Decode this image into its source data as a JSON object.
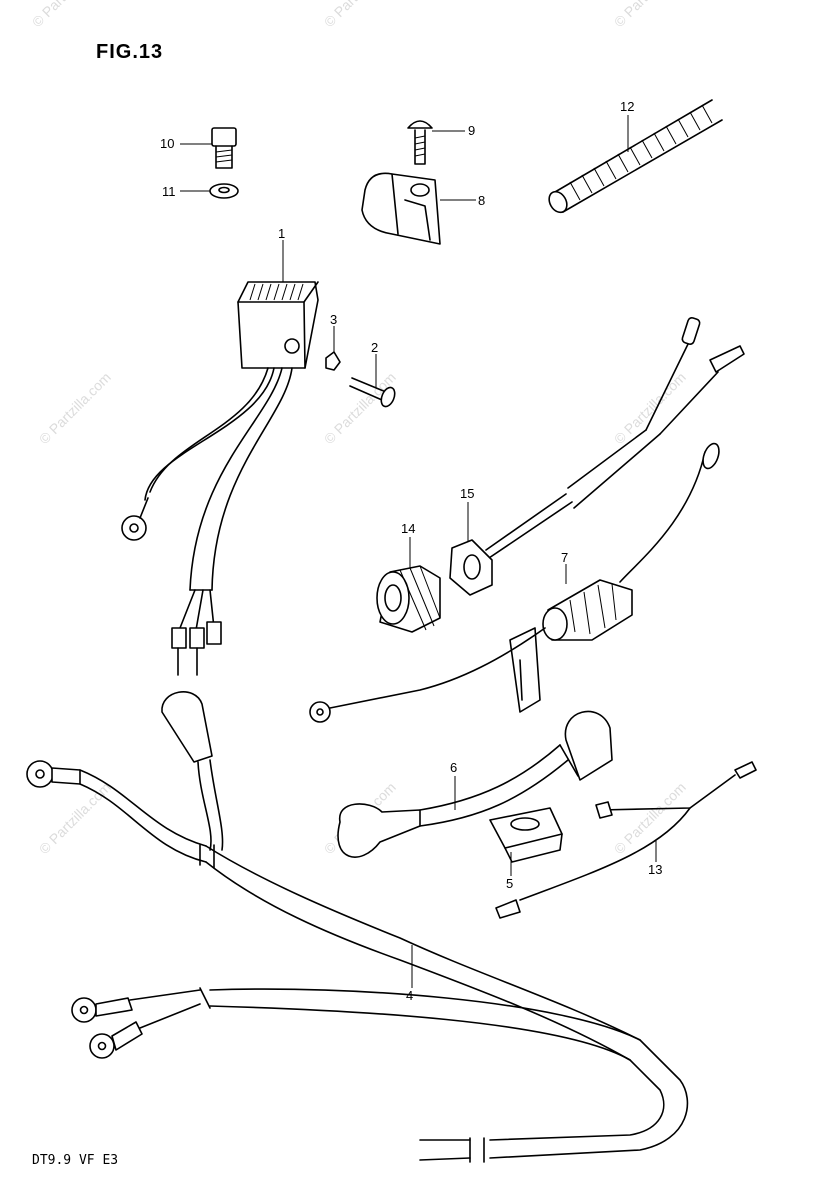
{
  "figure": {
    "title": "FIG.13",
    "model_code": "DT9.9 VF E3",
    "watermark": "© Partzilla.com"
  },
  "callouts": [
    "1",
    "2",
    "3",
    "4",
    "5",
    "6",
    "7",
    "8",
    "9",
    "10",
    "11",
    "12",
    "13",
    "14",
    "15"
  ]
}
